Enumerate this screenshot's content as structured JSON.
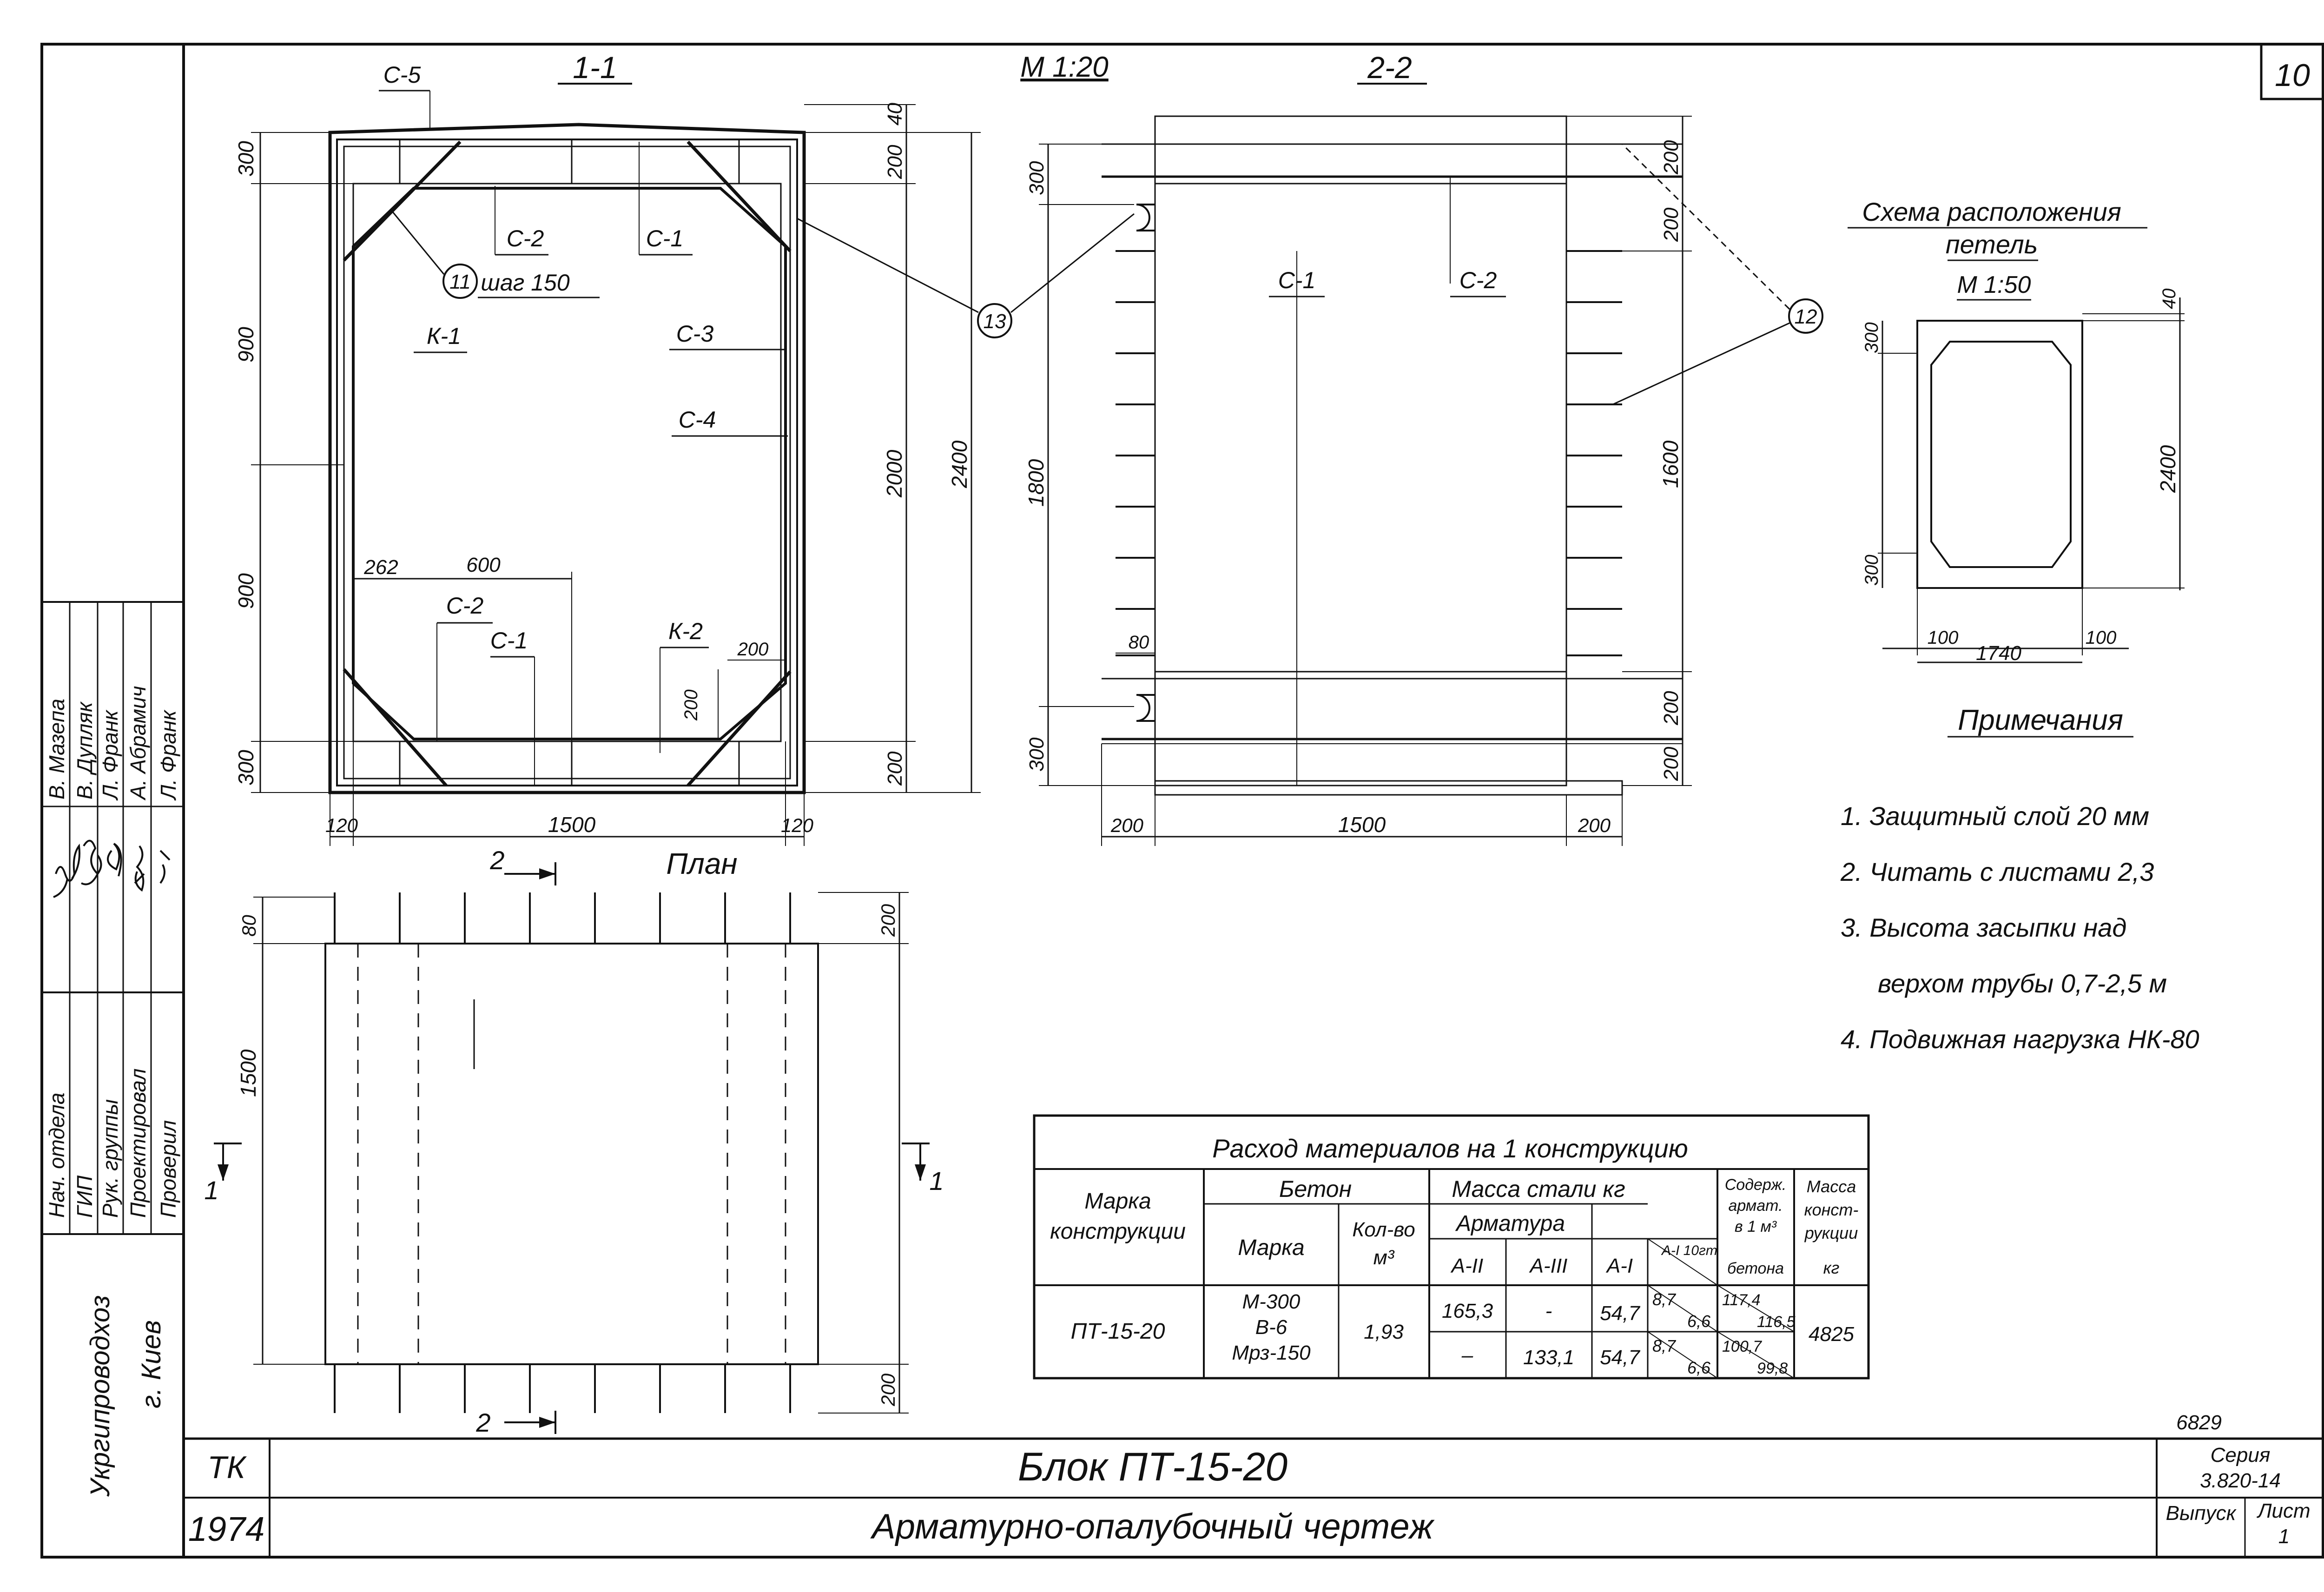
{
  "sheet": {
    "number": "10",
    "scale_main": "М 1:20",
    "catalog_no": "6829"
  },
  "views": {
    "section_1_1": {
      "title": "1-1",
      "labels": [
        "С-5",
        "С-2",
        "С-1",
        "К-1",
        "С-3",
        "С-4",
        "С-2",
        "С-1",
        "К-2"
      ],
      "callout": "11",
      "step_note": "шаг 150",
      "dims_left": [
        "300",
        "900",
        "900",
        "300"
      ],
      "dims_right": [
        "40",
        "200",
        "2000",
        "2400",
        "200"
      ],
      "dims_inner": [
        "262",
        "600",
        "200",
        "200"
      ],
      "dims_bottom": [
        "120",
        "1500",
        "120"
      ]
    },
    "section_2_2": {
      "title": "2-2",
      "labels": [
        "С-1",
        "С-2"
      ],
      "callouts": [
        "13",
        "12"
      ],
      "dims_left": [
        "300",
        "1800",
        "300"
      ],
      "dims_right": [
        "200",
        "200",
        "1600",
        "200",
        "200"
      ],
      "dims_inner": [
        "80"
      ],
      "dims_bottom": [
        "200",
        "1500",
        "200"
      ]
    },
    "plan": {
      "title": "План",
      "cut_marks": [
        "2",
        "2",
        "1",
        "1"
      ],
      "dims_left": [
        "80",
        "1500"
      ],
      "dims_right": [
        "200",
        "200"
      ]
    },
    "loop_scheme": {
      "title": "Схема расположения петель",
      "scale": "М 1:50",
      "dims": [
        "40",
        "300",
        "2400",
        "300",
        "100",
        "100",
        "1740"
      ]
    }
  },
  "notes": {
    "title": "Примечания",
    "items": [
      "1. Защитный слой 20 мм",
      "2. Читать с листами 2,3",
      "3. Высота засыпки над",
      "верхом трубы 0,7-2,5 м",
      "4. Подвижная нагрузка НК-80"
    ]
  },
  "materials_table": {
    "title": "Расход материалов на 1 конструкцию",
    "headers": {
      "mark": "Марка конструкции",
      "concrete": "Бетон",
      "concrete_mark": "Марка",
      "volume": "Кол-во м³",
      "steel": "Масса стали кг",
      "rebar": "Арматура",
      "a2": "А-II",
      "a3": "А-III",
      "a1": "А-I",
      "a1_10gt": "А-I 10гт",
      "content": "Содерж. армат. в 1 м³ бетона",
      "mass": "Масса конст-рукции кг"
    },
    "row": {
      "mark": "ПТ-15-20",
      "concrete_mark_1": "М-300",
      "concrete_mark_2": "В-6",
      "concrete_mark_3": "Мрз-150",
      "volume": "1,93",
      "a2": [
        "165,3",
        "–"
      ],
      "a3": [
        "-",
        "133,1"
      ],
      "a1": [
        "54,7",
        "54,7"
      ],
      "a1_10gt": [
        [
          "8,7",
          "6,6"
        ],
        [
          "8,7",
          "6,6"
        ]
      ],
      "content": [
        [
          "117,4",
          "116,5"
        ],
        [
          "100,7",
          "99,8"
        ]
      ],
      "mass": "4825"
    }
  },
  "stamp": {
    "roles": [
      "Нач. отдела",
      "ГИП",
      "Рук. группы",
      "Проектировал",
      "Проверил"
    ],
    "names": [
      "В. Мазепа",
      "В. Дупляк",
      "Л. Франк",
      "А. Абрамич",
      "Л. Франк"
    ],
    "organization": "Укргипроводхоз",
    "city": "г. Киев",
    "code": "ТК",
    "year": "1974",
    "title_1": "Блок ПТ-15-20",
    "title_2": "Арматурно-опалубочный чертеж",
    "series_label": "Серия",
    "series_value": "3.820-14",
    "issue_label": "Выпуск",
    "sheet_label": "Лист",
    "sheet_value": "1"
  }
}
